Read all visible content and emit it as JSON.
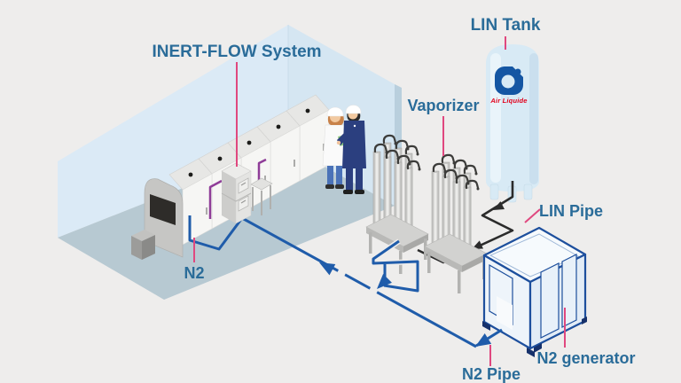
{
  "labels": {
    "inert_flow_system": "INERT-FLOW System",
    "lin_tank": "LIN Tank",
    "vaporizer": "Vaporizer",
    "lin_pipe": "LIN Pipe",
    "n2": "N2",
    "n2_generator": "N2 generator",
    "n2_pipe": "N2 Pipe"
  },
  "tank": {
    "brand": "Air Liquide"
  },
  "colors": {
    "background": "#eeedec",
    "wall_left": "#dbeaf6",
    "wall_right": "#d3e4f1",
    "wall_edge": "#b9cfdd",
    "floor": "#b7c9d2",
    "label_text": "#2a6c99",
    "annotation_line": "#e0487f",
    "n2_pipe_blue": "#1f5caa",
    "lin_pipe_black": "#2b2b2b",
    "inert_flow_pipe_purple": "#8f3d98",
    "generator_edge_blue": "#1d4f9d",
    "tank_body": "#d8eaf5",
    "logo_blue": "#1456a3",
    "brand_red": "#e2001a"
  }
}
